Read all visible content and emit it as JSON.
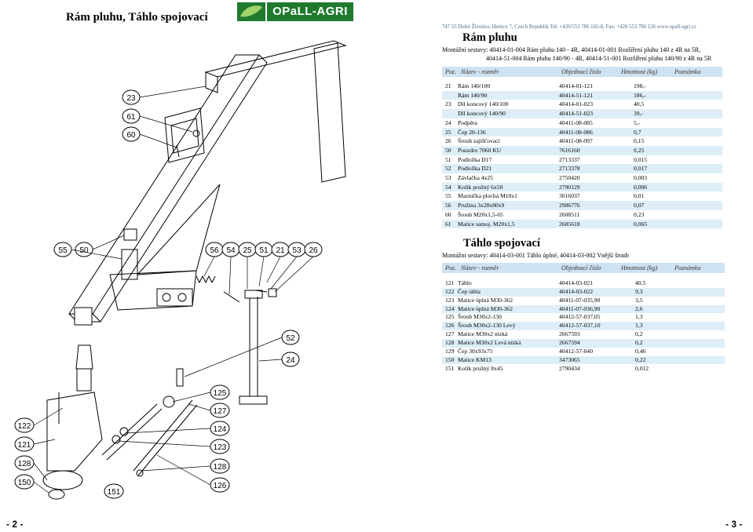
{
  "page_title": "Rám pluhu,  Táhlo spojovací",
  "logo": {
    "text": "OPaLL-AGRI"
  },
  "address": "747 55  Dolní Životice, Hertice 7, Czech Republik   Tel: +420/553 786 165-8,   Fax: +420 553 786 126   www.opall-agri.cz",
  "section1": {
    "title": "Rám pluhu",
    "assembly_lines": [
      "Montážní sestavy: 40414-01-004 Rám pluhu 140 - 4R,  40414-01-001 Rozšíření pluhu 140 z 4R na 5R,",
      "40414-51-004 Rám pluhu 140/90 - 4R,  40414-51-001 Rozšíření pluhu 140/90 z 4R na 5R"
    ],
    "columns": [
      "Poz.",
      "Název - rozměr",
      "Objednací číslo",
      "Hmotnost (kg)",
      "Poznámka"
    ],
    "rows": [
      {
        "poz": "21",
        "name": "Rám 140/100",
        "code": "40414-01-121",
        "mass": "198,-"
      },
      {
        "poz": "",
        "name": "Rám 140/90",
        "code": "40414-51-121",
        "mass": "186,-"
      },
      {
        "poz": "23",
        "name": "Díl koncový 140/100",
        "code": "40414-01-023",
        "mass": "40,5"
      },
      {
        "poz": "",
        "name": "Díl koncový 140/90",
        "code": "40414-51-023",
        "mass": "39,-"
      },
      {
        "poz": "24",
        "name": "Podpěra",
        "code": "40411-08-085",
        "mass": "5,-"
      },
      {
        "poz": "25",
        "name": "Čep 20-136",
        "code": "40411-08-086",
        "mass": "0,7"
      },
      {
        "poz": "26",
        "name": "Šroub zajišťovací",
        "code": "40411-08-097",
        "mass": "0,15"
      },
      {
        "poz": "50",
        "name": "Pouzdro 7060 KU",
        "code": "7616160",
        "mass": "0,25"
      },
      {
        "poz": "51",
        "name": "Podložka D17",
        "code": "2713337",
        "mass": "0,015"
      },
      {
        "poz": "52",
        "name": "Podložka D21",
        "code": "2713378",
        "mass": "0,017"
      },
      {
        "poz": "53",
        "name": "Závlačka 4x25",
        "code": "2750420",
        "mass": "0,003"
      },
      {
        "poz": "54",
        "name": "Kolík pružný 6x50",
        "code": "2790129",
        "mass": "0,006"
      },
      {
        "poz": "55",
        "name": "Maznička plochá M10x1",
        "code": "3016037",
        "mass": "0,01"
      },
      {
        "poz": "56",
        "name": "Pružina 3x28x80x9",
        "code": "2986776",
        "mass": "0,07"
      },
      {
        "poz": "60",
        "name": "Šroub M20x1,5-65",
        "code": "2608511",
        "mass": "0,23"
      },
      {
        "poz": "61",
        "name": "Matice samoj. M20x1,5",
        "code": "2685618",
        "mass": "0,065"
      }
    ]
  },
  "section2": {
    "title": "Táhlo spojovací",
    "assembly_line": "Montážní sestavy: 40414-03-001 Táhlo úplné, 40414-03-002 Vnější šroub",
    "columns": [
      "Poz.",
      "Název - rozměr",
      "Objednací číslo",
      "Hmotnost (kg)",
      "Poznámka"
    ],
    "rows": [
      {
        "poz": "121",
        "name": "Táhlo",
        "code": "40414-03-021",
        "mass": "40,5"
      },
      {
        "poz": "122",
        "name": "Čep táhla",
        "code": "40414-03-022",
        "mass": "9,3"
      },
      {
        "poz": "123",
        "name": "Matice úplná M30-362",
        "code": "40411-07-035,90",
        "mass": "3,5"
      },
      {
        "poz": "124",
        "name": "Matice úplná M30-362",
        "code": "40411-07-036,90",
        "mass": "2,6"
      },
      {
        "poz": "125",
        "name": "Šroub M30x2-130",
        "code": "40412-57-037,05",
        "mass": "1,3"
      },
      {
        "poz": "126",
        "name": "Šroub M30x2-130 Levý",
        "code": "40412-57-037,10",
        "mass": "1,3"
      },
      {
        "poz": "127",
        "name": "Matice M30x2 nízká",
        "code": "2667593",
        "mass": "0,2"
      },
      {
        "poz": "128",
        "name": "Matice M30x2 Levá nízká",
        "code": "2667594",
        "mass": "0,2"
      },
      {
        "poz": "129",
        "name": "Čep 30x93x75",
        "code": "40412-57-040",
        "mass": "0,46"
      },
      {
        "poz": "150",
        "name": "Matice KM13",
        "code": "3473065",
        "mass": "0,22"
      },
      {
        "poz": "151",
        "name": "Kolík pružný 8x45",
        "code": "2790434",
        "mass": "0,012"
      }
    ]
  },
  "drawing_labels": {
    "frame": [
      "23",
      "61",
      "60",
      "55",
      "50",
      "56",
      "54",
      "25",
      "51",
      "21",
      "53",
      "26",
      "52",
      "24"
    ],
    "link": [
      "122",
      "121",
      "128",
      "150",
      "151",
      "125",
      "127",
      "124",
      "123",
      "128",
      "126"
    ]
  },
  "page_numbers": {
    "left": "- 2 -",
    "right": "- 3 -"
  }
}
